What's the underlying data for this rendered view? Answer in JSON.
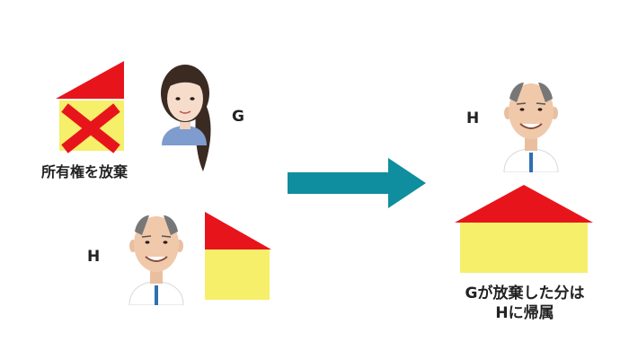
{
  "left_top": {
    "person_label": "G",
    "caption": "所有権を放棄"
  },
  "left_bottom": {
    "person_label": "H"
  },
  "right": {
    "person_label": "H",
    "result_line1": "Gが放棄した分は",
    "result_line2": "Hに帰属"
  },
  "colors": {
    "roof_red": "#e8141c",
    "wall_yellow": "#f5ef6a",
    "arrow_teal": "#0e8e9e",
    "shirt_blue": "#7f9ccf"
  }
}
